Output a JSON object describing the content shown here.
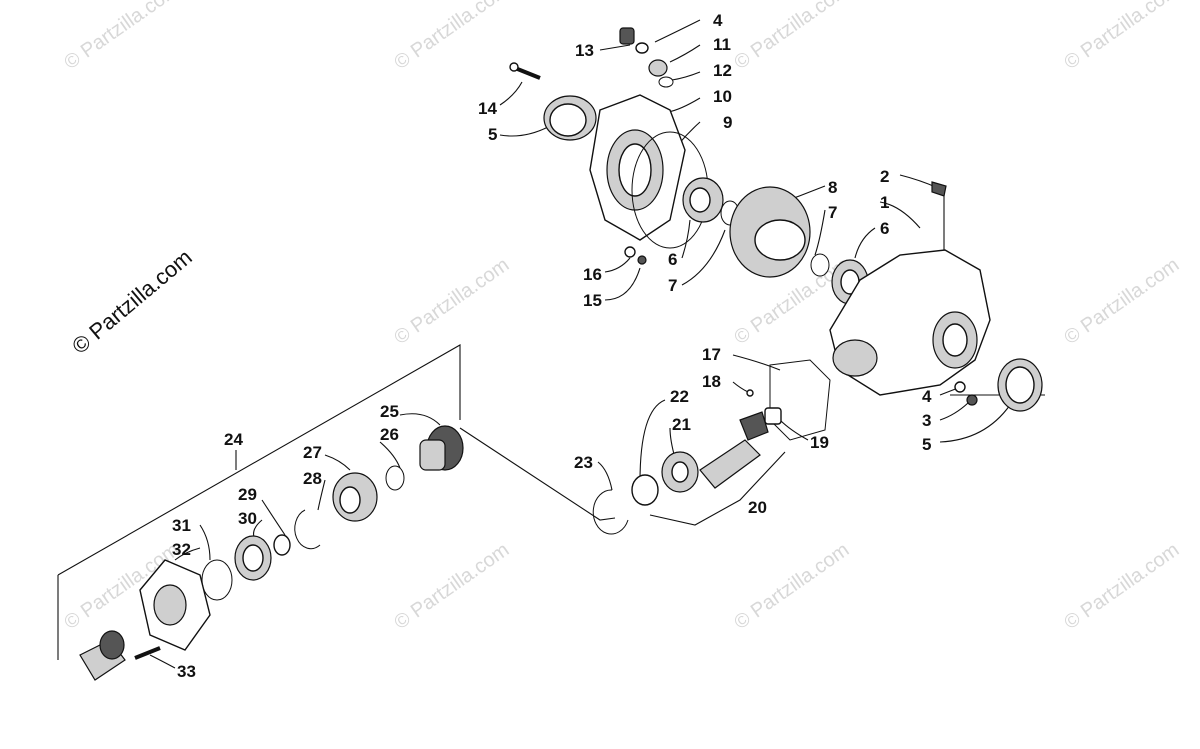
{
  "brand": "© Partzilla.com",
  "watermark": "© Partzilla.com",
  "callouts": [
    {
      "id": "c1",
      "label": "1"
    },
    {
      "id": "c2",
      "label": "2"
    },
    {
      "id": "c3",
      "label": "3"
    },
    {
      "id": "c4a",
      "label": "4"
    },
    {
      "id": "c4b",
      "label": "4"
    },
    {
      "id": "c5a",
      "label": "5"
    },
    {
      "id": "c5b",
      "label": "5"
    },
    {
      "id": "c6a",
      "label": "6"
    },
    {
      "id": "c6b",
      "label": "6"
    },
    {
      "id": "c7a",
      "label": "7"
    },
    {
      "id": "c7b",
      "label": "7"
    },
    {
      "id": "c8",
      "label": "8"
    },
    {
      "id": "c9",
      "label": "9"
    },
    {
      "id": "c10",
      "label": "10"
    },
    {
      "id": "c11",
      "label": "11"
    },
    {
      "id": "c12",
      "label": "12"
    },
    {
      "id": "c13",
      "label": "13"
    },
    {
      "id": "c14",
      "label": "14"
    },
    {
      "id": "c15",
      "label": "15"
    },
    {
      "id": "c16",
      "label": "16"
    },
    {
      "id": "c17",
      "label": "17"
    },
    {
      "id": "c18",
      "label": "18"
    },
    {
      "id": "c19",
      "label": "19"
    },
    {
      "id": "c20",
      "label": "20"
    },
    {
      "id": "c21",
      "label": "21"
    },
    {
      "id": "c22",
      "label": "22"
    },
    {
      "id": "c23",
      "label": "23"
    },
    {
      "id": "c24",
      "label": "24"
    },
    {
      "id": "c25",
      "label": "25"
    },
    {
      "id": "c26",
      "label": "26"
    },
    {
      "id": "c27",
      "label": "27"
    },
    {
      "id": "c28",
      "label": "28"
    },
    {
      "id": "c29",
      "label": "29"
    },
    {
      "id": "c30",
      "label": "30"
    },
    {
      "id": "c31",
      "label": "31"
    },
    {
      "id": "c32",
      "label": "32"
    },
    {
      "id": "c33",
      "label": "33"
    }
  ]
}
